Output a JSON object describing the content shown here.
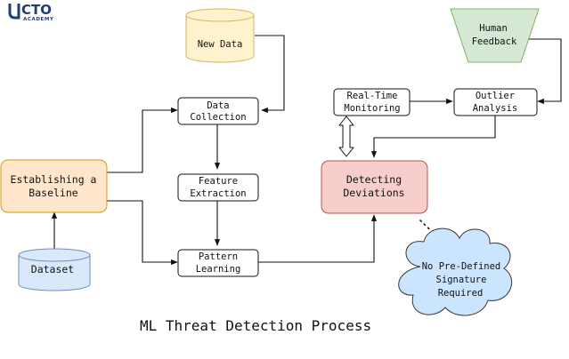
{
  "logo": {
    "name": "CTO",
    "sub": "ACADEMY"
  },
  "title": "ML Threat Detection Process",
  "nodes": {
    "new_data": {
      "label": [
        "New Data"
      ]
    },
    "data_collection": {
      "label": [
        "Data",
        "Collection"
      ]
    },
    "feature_extraction": {
      "label": [
        "Feature",
        "Extraction"
      ]
    },
    "pattern_learning": {
      "label": [
        "Pattern",
        "Learning"
      ]
    },
    "establishing_baseline": {
      "label": [
        "Establishing a",
        "Baseline"
      ]
    },
    "dataset": {
      "label": [
        "Dataset"
      ]
    },
    "real_time_monitoring": {
      "label": [
        "Real-Time",
        "Monitoring"
      ]
    },
    "outlier_analysis": {
      "label": [
        "Outlier",
        "Analysis"
      ]
    },
    "human_feedback": {
      "label": [
        "Human",
        "Feedback"
      ]
    },
    "detecting_deviations": {
      "label": [
        "Detecting",
        "Deviations"
      ]
    },
    "no_signature": {
      "label": [
        "No Pre-Defined",
        "Signature",
        "Required"
      ]
    }
  },
  "colors": {
    "cylinder_yellow_fill": "#fff2cc",
    "cylinder_yellow_stroke": "#d6b656",
    "baseline_fill": "#ffe6cc",
    "baseline_stroke": "#d79b00",
    "dataset_fill": "#dae8fc",
    "dataset_stroke": "#6c8ebf",
    "human_fill": "#d5e8d4",
    "human_stroke": "#82b366",
    "deviation_fill": "#f8cecc",
    "deviation_stroke": "#b85450",
    "cloud_fill": "#cce5ff",
    "cloud_stroke": "#36393d",
    "logo_blue": "#1f3d7a"
  }
}
